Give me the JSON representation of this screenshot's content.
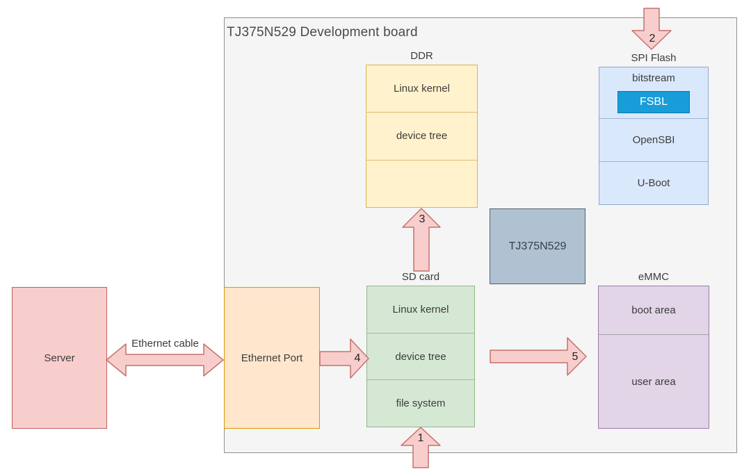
{
  "board": {
    "title": "TJ375N529 Development board"
  },
  "server": {
    "label": "Server"
  },
  "connection": {
    "label": "Ethernet cable"
  },
  "ethernet_port": {
    "label": "Ethernet Port"
  },
  "ddr": {
    "title": "DDR",
    "sections": [
      "Linux kernel",
      "device tree",
      ""
    ]
  },
  "spi_flash": {
    "title": "SPI Flash",
    "bitstream": "bitstream",
    "fsbl": "FSBL",
    "opensbi": "OpenSBI",
    "uboot": "U-Boot"
  },
  "chip": {
    "label": "TJ375N529"
  },
  "sd_card": {
    "title": "SD card",
    "sections": [
      "Linux kernel",
      "device tree",
      "file system"
    ]
  },
  "emmc": {
    "title": "eMMC",
    "sections": [
      "boot area",
      "user area"
    ]
  },
  "steps": {
    "s1": "1",
    "s2": "2",
    "s3": "3",
    "s4": "4",
    "s5": "5"
  },
  "colors": {
    "board_fill": "#f5f5f5",
    "board_stroke": "#8f8f8f",
    "arrow_fill": "#f8cecc",
    "arrow_stroke": "#c4716c",
    "server_fill": "#f8cecc",
    "server_stroke": "#b85450",
    "port_fill": "#ffe6cc",
    "port_stroke": "#d79b00",
    "ddr_fill": "#fff2cc",
    "ddr_stroke": "#d6b656",
    "sd_fill": "#d5e8d4",
    "sd_stroke": "#82b366",
    "spi_fill": "#dae8fc",
    "spi_stroke": "#8fa8cc",
    "fsbl_fill": "#189dd9",
    "fsbl_text": "#ffffff",
    "chip_fill": "#b0c2d1",
    "chip_stroke": "#51606e",
    "emmc_fill": "#e1d5e7",
    "emmc_stroke": "#9673a6"
  }
}
